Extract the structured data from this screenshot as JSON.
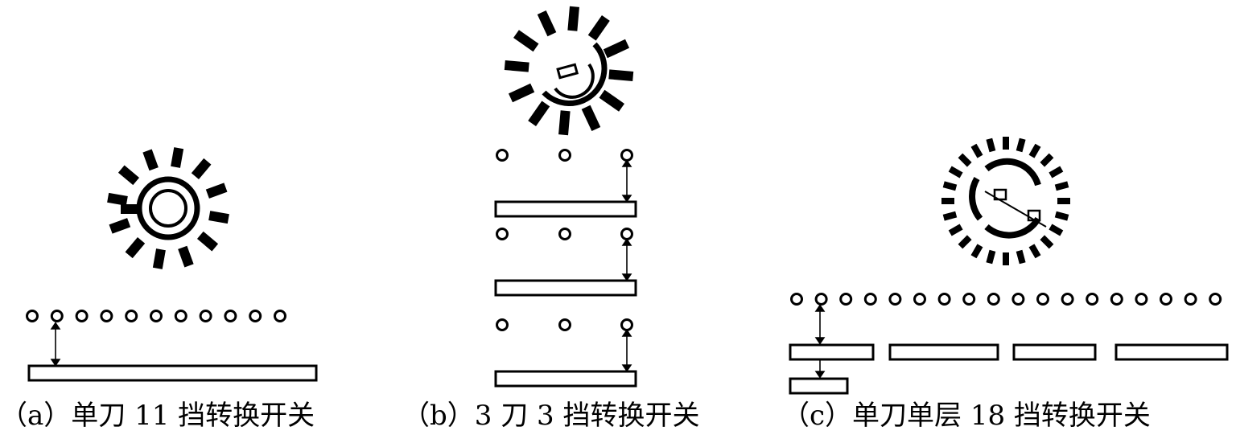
{
  "colors": {
    "ink": "#000000",
    "paper": "#ffffff"
  },
  "panels": [
    {
      "id": "a",
      "caption": "（a）单刀 11 挡转换开关"
    },
    {
      "id": "b",
      "caption": "（b）3 刀 3 挡转换开关"
    },
    {
      "id": "c",
      "caption": "（c）单刀单层 18 挡转换开关"
    }
  ]
}
